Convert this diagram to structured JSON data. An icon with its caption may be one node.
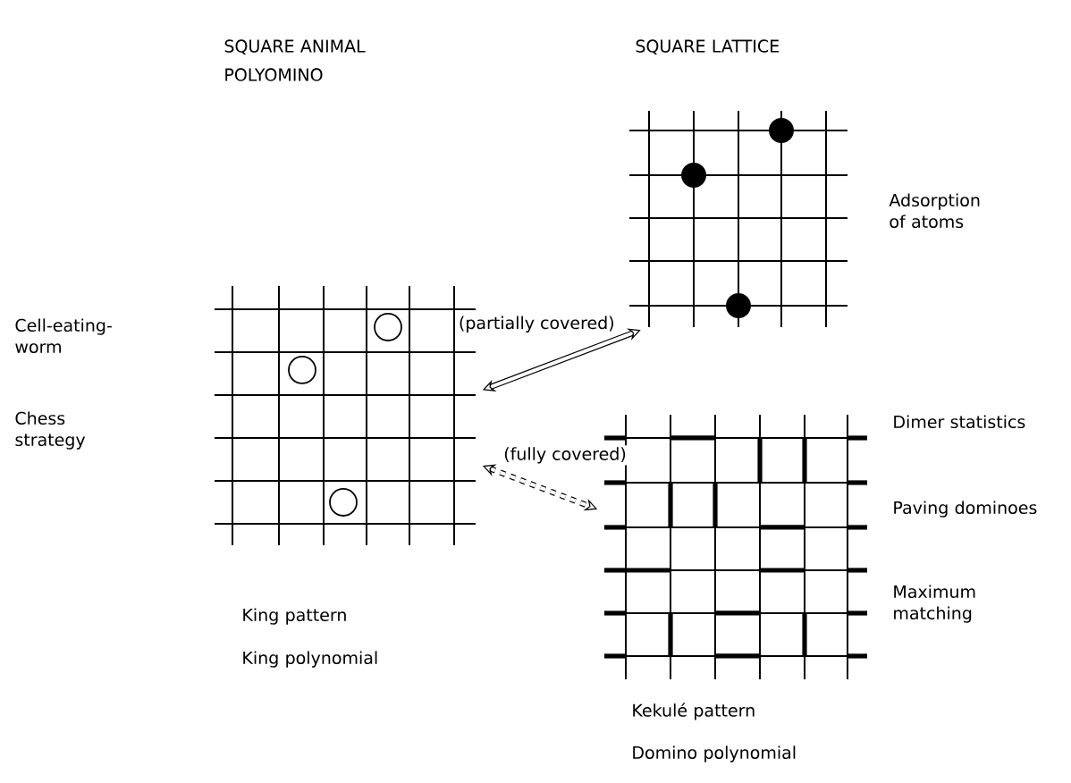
{
  "diagram": {
    "nodes": [
      {
        "text": [],
        "shape": "picture",
        "beside": [
          "Cell-eating-worm",
          "Chess strategy",
          "King pattern",
          "King polynomial"
        ]
      },
      {
        "text": [],
        "shape": "picture",
        "beside": [
          "Adsorption of atoms"
        ]
      },
      {
        "text": [],
        "shape": "picture",
        "beside": [
          "Dimer statistics",
          "Paving dominoes",
          "Maximum matching",
          "Kekulé pattern",
          "Domino polynomial"
        ]
      }
    ],
    "edges": [
      {
        "from": 0,
        "to": 1,
        "arrow": "both",
        "label": "(partially covered)"
      },
      {
        "from": 0,
        "to": 2,
        "arrow": "both",
        "label": "(fully covered)",
        "style": "dashed"
      }
    ],
    "labels": [
      "SQUARE ANIMAL POLYOMINO",
      "SQUARE LATTICE"
    ]
  }
}
